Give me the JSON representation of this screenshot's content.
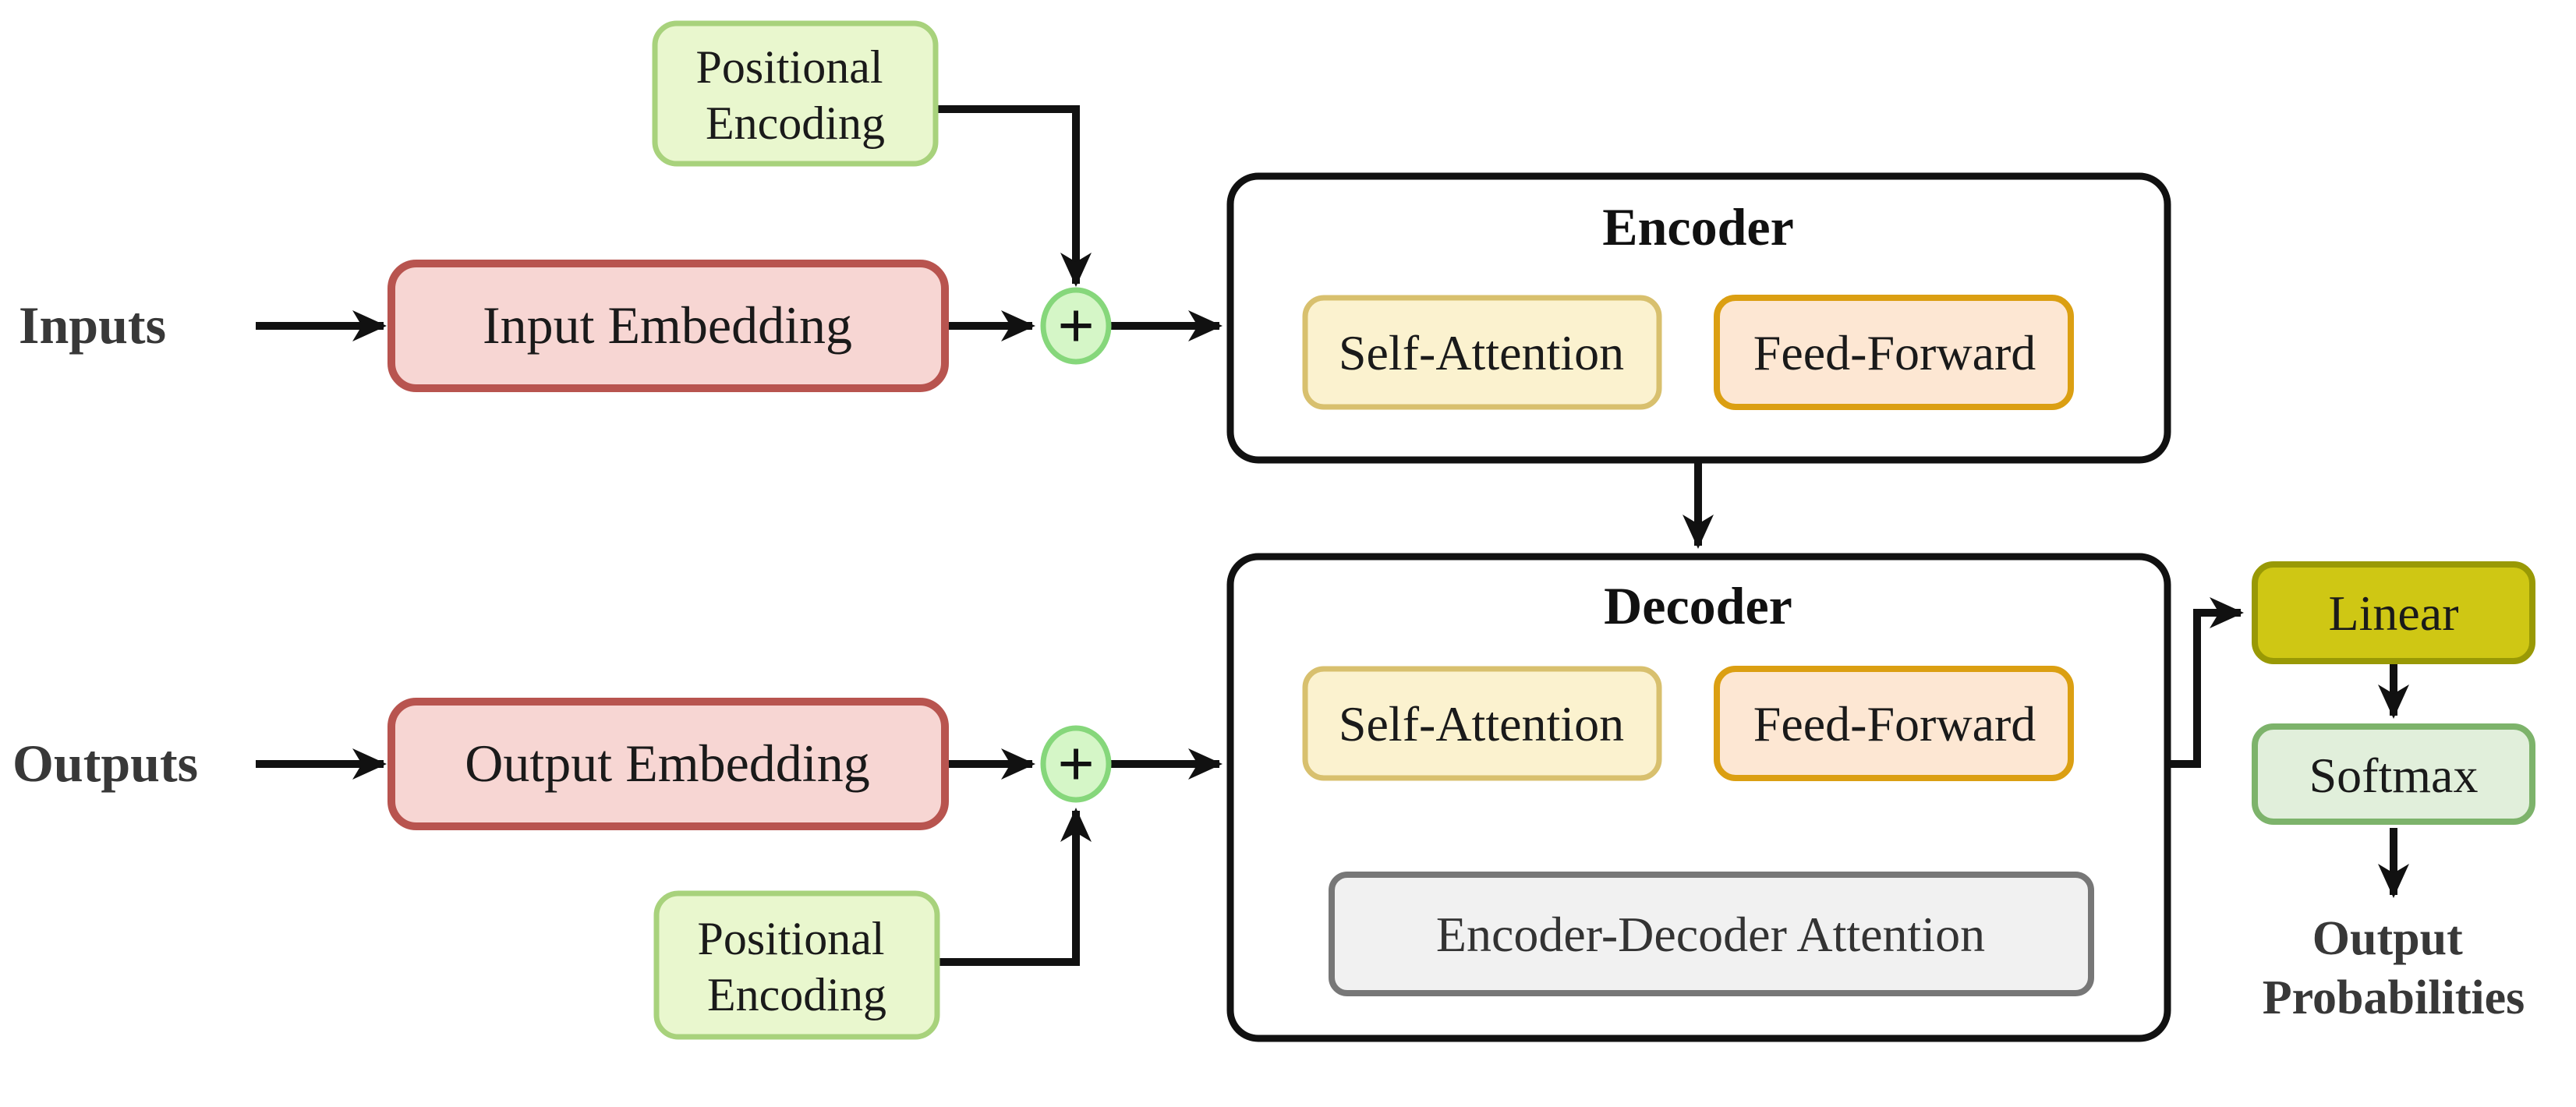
{
  "figure": {
    "background": "#ffffff",
    "input_flow": {
      "inputs_label": "Inputs",
      "input_embedding_label": "Input Embedding",
      "plus_top": "+",
      "positional_encoding_top": {
        "line1": "Positional",
        "line2": "Encoding"
      }
    },
    "output_flow": {
      "outputs_label": "Outputs",
      "output_embedding_label": "Output Embedding",
      "plus_bottom": "+",
      "positional_encoding_bottom": {
        "line1": "Positional",
        "line2": "Encoding"
      }
    },
    "encoder": {
      "title": "Encoder",
      "self_attention": "Self-Attention",
      "feed_forward": "Feed-Forward"
    },
    "decoder": {
      "title": "Decoder",
      "self_attention": "Self-Attention",
      "feed_forward": "Feed-Forward",
      "encoder_decoder_attention": "Encoder-Decoder Attention"
    },
    "output_head": {
      "linear": "Linear",
      "softmax": "Softmax",
      "output_probabilities": {
        "line1": "Output",
        "line2": "Probabilities"
      }
    },
    "colors": {
      "positional_encoding_fill": "#e9f7ce",
      "positional_encoding_border": "#a8d27c",
      "embedding_fill": "#f7d6d3",
      "embedding_border": "#b8544f",
      "plus_fill": "#d5f6c7",
      "plus_border": "#86d77b",
      "container_fill": "#ffffff",
      "container_border": "#111111",
      "self_attention_fill": "#fbf2cf",
      "self_attention_border": "#d8c06e",
      "feed_forward_fill": "#fde7d3",
      "feed_forward_border": "#db9f12",
      "encoder_decoder_attention_fill": "#f1f1f1",
      "encoder_decoder_attention_border": "#777777",
      "linear_fill": "#cfc714",
      "linear_border": "#999905",
      "softmax_fill": "#e1efdb",
      "softmax_border": "#7db36b",
      "arrow_color": "#111111",
      "standalone_label_color": "#383838",
      "box_label_color": "#1a1a1a"
    }
  }
}
